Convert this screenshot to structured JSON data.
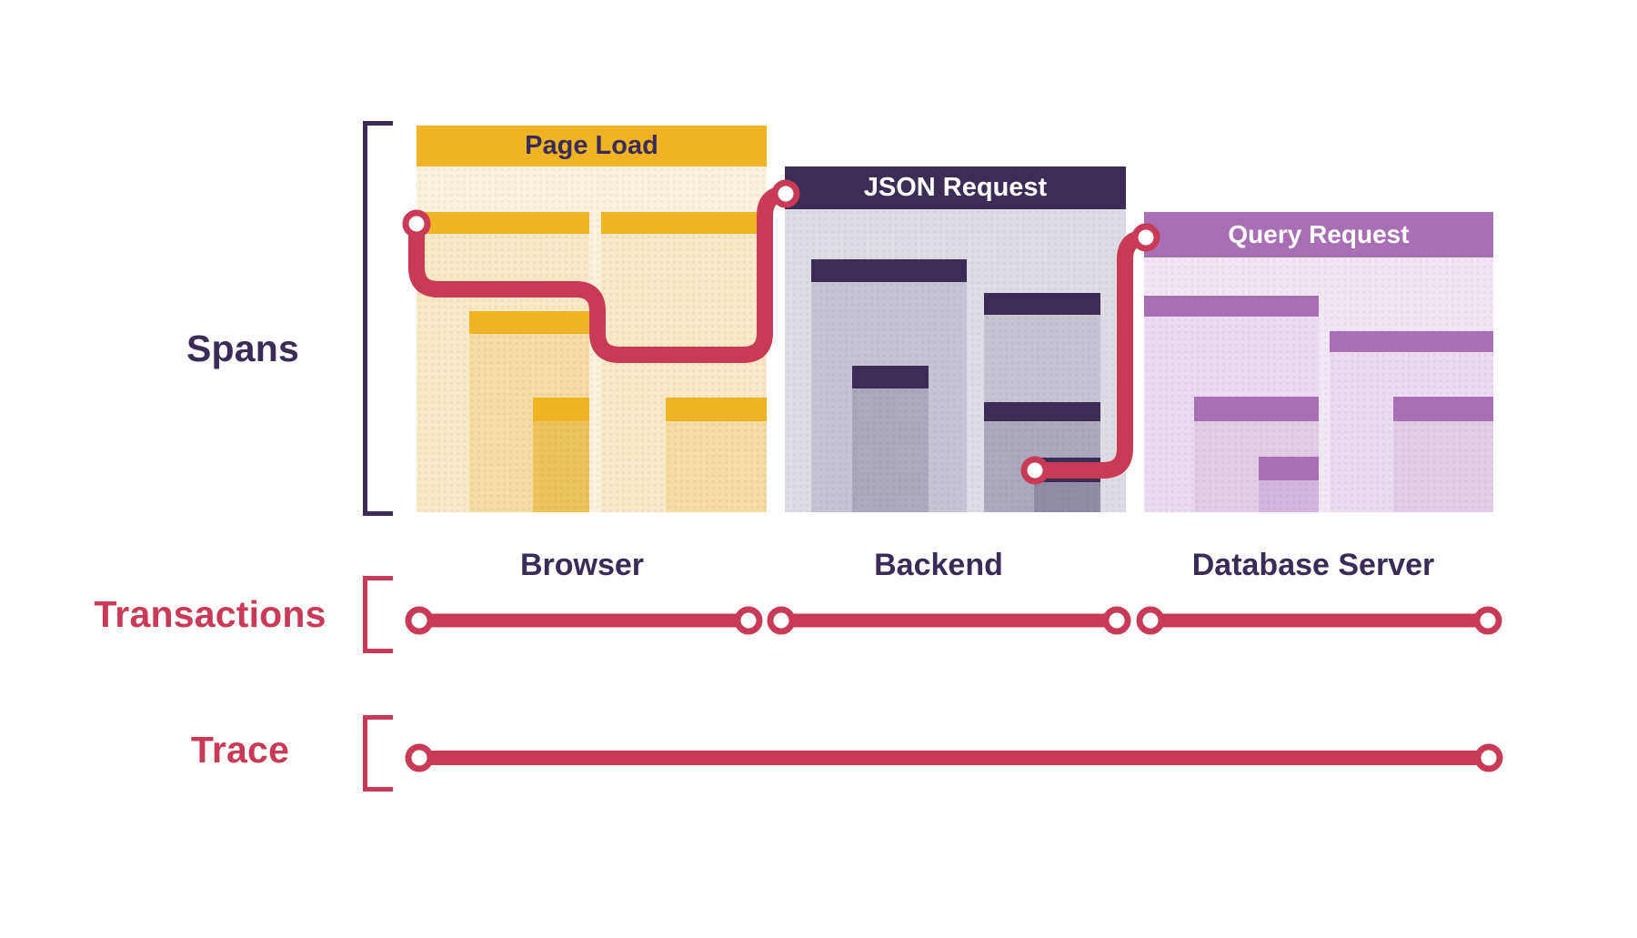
{
  "labels": {
    "spans": "Spans",
    "transactions": "Transactions",
    "trace": "Trace"
  },
  "panels": [
    {
      "id": "page-load",
      "title": "Page Load",
      "caption": "Browser"
    },
    {
      "id": "json-request",
      "title": "JSON Request",
      "caption": "Backend"
    },
    {
      "id": "query-request",
      "title": "Query Request",
      "caption": "Database Server"
    }
  ],
  "colors": {
    "ink": "#3A2C57",
    "red": "#C83A55",
    "yellow": "#F0B324",
    "yellow_l0": "#FAF1DB",
    "yellow_l1": "#F8E8C6",
    "yellow_l2": "#F5DCA2",
    "yellow_l3": "#EFC35C",
    "purple_dark": "#3B2D55",
    "gray_l0": "#DDDBE4",
    "gray_l1": "#C6C3D2",
    "gray_l2": "#ACA8BD",
    "gray_l3": "#918CA6",
    "purple": "#A96FB4",
    "lilac_l0": "#F1E7F3",
    "lilac_l1": "#EADCEE",
    "lilac_l2": "#E1CBE7",
    "lilac_l3": "#D5B6DF"
  }
}
